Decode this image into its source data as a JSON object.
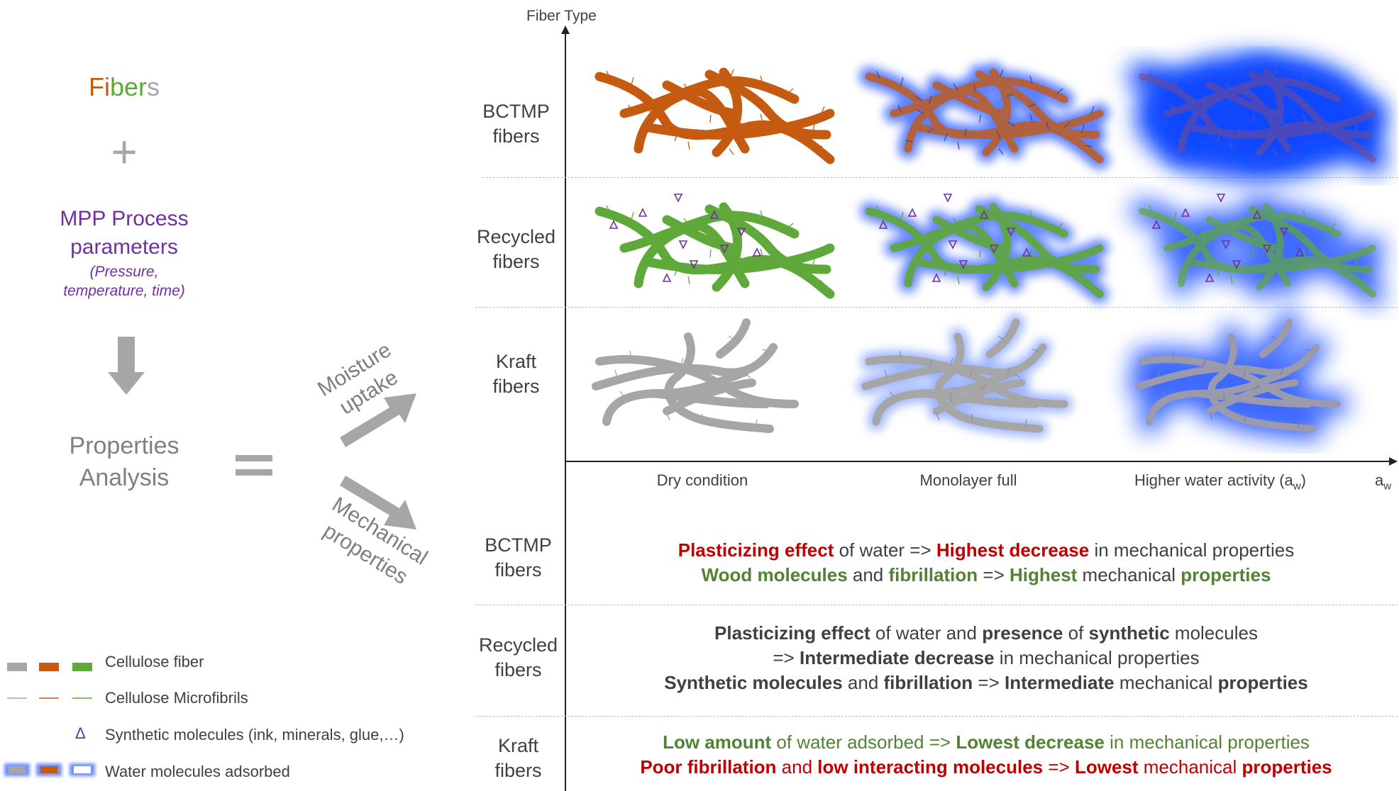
{
  "left": {
    "title_part1": "Fi",
    "title_part2": "ber",
    "title_part3": "s",
    "plus": "+",
    "mpp_line1": "MPP Process",
    "mpp_line2": "parameters",
    "mpp_sub1": "(Pressure,",
    "mpp_sub2": "temperature, time)",
    "props_line1": "Properties",
    "props_line2": "Analysis",
    "equals": "=",
    "moisture_line1": "Moisture",
    "moisture_line2": "uptake",
    "mech_line1": "Mechanical",
    "mech_line2": "properties"
  },
  "colors": {
    "bctmp": "#c55a11",
    "recycled": "#5fa83a",
    "kraft": "#a6a6a6",
    "water": "#0a46ff",
    "purple": "#7030a0",
    "red": "#c00000",
    "green": "#548235",
    "text": "#404040"
  },
  "axes": {
    "y_label": "Fiber Type",
    "x_col1": "Dry condition",
    "x_col2": "Monolayer full",
    "x_col3_main": "Higher water activity (a",
    "x_col3_sub": "w",
    "x_col3_close": ")",
    "x_end_main": "a",
    "x_end_sub": "w"
  },
  "rows": {
    "bctmp_1": "BCTMP",
    "bctmp_2": "fibers",
    "recycled_1": "Recycled",
    "recycled_2": "fibers",
    "kraft_1": "Kraft",
    "kraft_2": "fibers"
  },
  "results": {
    "bctmp": {
      "l1": [
        {
          "t": "Plasticizing effect",
          "s": "red"
        },
        {
          "t": " of water => ",
          "s": "plain"
        },
        {
          "t": "Highest decrease",
          "s": "red"
        },
        {
          "t": " in mechanical properties",
          "s": "plain"
        }
      ],
      "l2": [
        {
          "t": "Wood molecules",
          "s": "grn"
        },
        {
          "t": " and ",
          "s": "plain"
        },
        {
          "t": "fibrillation",
          "s": "grn"
        },
        {
          "t": " => ",
          "s": "plain"
        },
        {
          "t": "Highest",
          "s": "grn"
        },
        {
          "t": " mechanical ",
          "s": "plain"
        },
        {
          "t": "properties",
          "s": "grn"
        }
      ]
    },
    "recycled": {
      "l1": [
        {
          "t": "Plasticizing effect",
          "s": "dk"
        },
        {
          "t": " of water and ",
          "s": "plain"
        },
        {
          "t": "presence",
          "s": "dk"
        },
        {
          "t": " of ",
          "s": "plain"
        },
        {
          "t": "synthetic",
          "s": "dk"
        },
        {
          "t": " molecules",
          "s": "plain"
        }
      ],
      "l2": [
        {
          "t": "=> ",
          "s": "plain"
        },
        {
          "t": "Intermediate decrease",
          "s": "dk"
        },
        {
          "t": " in mechanical properties",
          "s": "plain"
        }
      ],
      "l3": [
        {
          "t": "Synthetic molecules",
          "s": "dk"
        },
        {
          "t": " and ",
          "s": "plain"
        },
        {
          "t": "fibrillation",
          "s": "dk"
        },
        {
          "t": " => ",
          "s": "plain"
        },
        {
          "t": "Intermediate",
          "s": "dk"
        },
        {
          "t": " mechanical ",
          "s": "plain"
        },
        {
          "t": "properties",
          "s": "dk"
        }
      ]
    },
    "kraft": {
      "l1": [
        {
          "t": "Low amount",
          "s": "grn"
        },
        {
          "t": " of water adsorbed => ",
          "s": "plain-g"
        },
        {
          "t": "Lowest decrease",
          "s": "grn"
        },
        {
          "t": " in mechanical properties",
          "s": "plain-g"
        }
      ],
      "l2": [
        {
          "t": "Poor fibrillation",
          "s": "red"
        },
        {
          "t": " and ",
          "s": "plain-r"
        },
        {
          "t": "low interacting molecules",
          "s": "red"
        },
        {
          "t": " => ",
          "s": "plain-r"
        },
        {
          "t": "Lowest",
          "s": "red"
        },
        {
          "t": " mechanical ",
          "s": "plain-r"
        },
        {
          "t": "properties",
          "s": "red"
        }
      ]
    }
  },
  "legend": {
    "cellulose_fiber": "Cellulose fiber",
    "microfibrils": "Cellulose Microfibrils",
    "synthetic_symbol": "Δ",
    "synthetic": "Synthetic molecules (ink, minerals, glue,…)",
    "water": "Water molecules adsorbed"
  }
}
